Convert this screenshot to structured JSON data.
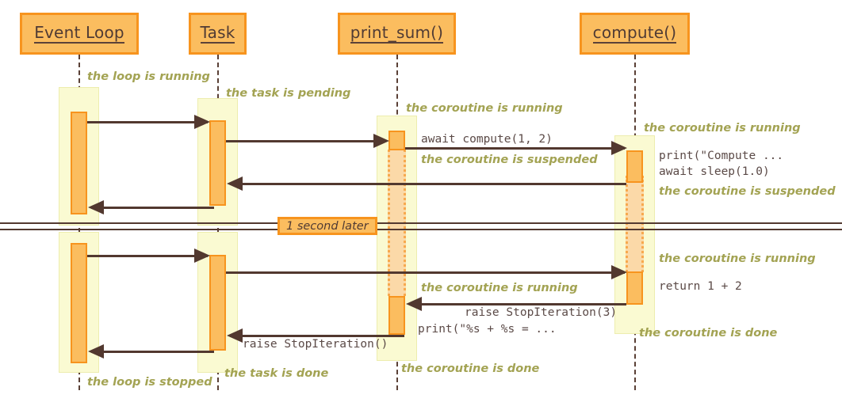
{
  "diagram": {
    "title": "asyncio event loop sequence diagram",
    "type": "sequence-diagram",
    "colors": {
      "participant_fill": "#FBBD5F",
      "participant_border": "#F7941E",
      "lifeline_box": "#FAFAD2",
      "activation_fill": "#FBBD5F",
      "activation_border": "#F7941E",
      "suspended_fill": "#FBD9A8",
      "message_line": "#52382F",
      "note_text": "#A3A353",
      "code_text": "#5B4A47",
      "background": "#FFFFFF"
    }
  },
  "participants": [
    {
      "id": "event_loop",
      "label": "Event Loop"
    },
    {
      "id": "task",
      "label": "Task"
    },
    {
      "id": "print_sum",
      "label": "print_sum()"
    },
    {
      "id": "compute",
      "label": "compute()"
    }
  ],
  "messages": [
    {
      "id": "m1",
      "from": "event_loop",
      "to": "task",
      "label": "",
      "direction": "right"
    },
    {
      "id": "m2",
      "from": "task",
      "to": "print_sum",
      "label": "",
      "direction": "right"
    },
    {
      "id": "m3",
      "from": "print_sum",
      "to": "compute",
      "label": "await compute(1, 2)",
      "direction": "right"
    },
    {
      "id": "m4",
      "from": "compute",
      "to": "task",
      "label": "",
      "direction": "left"
    },
    {
      "id": "m5",
      "from": "task",
      "to": "event_loop",
      "label": "",
      "direction": "left"
    },
    {
      "id": "m6",
      "from": "event_loop",
      "to": "task",
      "label": "",
      "direction": "right"
    },
    {
      "id": "m7",
      "from": "task",
      "to": "compute",
      "label": "",
      "direction": "right"
    },
    {
      "id": "m8",
      "from": "compute",
      "to": "print_sum",
      "label": "raise StopIteration(3)",
      "direction": "left"
    },
    {
      "id": "m9",
      "from": "print_sum",
      "to": "task",
      "label": "raise StopIteration()",
      "direction": "left"
    },
    {
      "id": "m10",
      "from": "task",
      "to": "event_loop",
      "label": "",
      "direction": "left"
    }
  ],
  "code_notes": [
    {
      "id": "c1",
      "text": "await compute(1, 2)"
    },
    {
      "id": "c2",
      "text": "print(\"Compute ..."
    },
    {
      "id": "c3",
      "text": "await sleep(1.0)"
    },
    {
      "id": "c4",
      "text": "return 1 + 2"
    },
    {
      "id": "c5",
      "text": "raise StopIteration(3)"
    },
    {
      "id": "c6",
      "text": "print(\"%s + %s = ..."
    },
    {
      "id": "c7",
      "text": "raise StopIteration()"
    }
  ],
  "state_notes": [
    {
      "id": "n1",
      "text": "the loop is running"
    },
    {
      "id": "n2",
      "text": "the task is pending"
    },
    {
      "id": "n3",
      "text": "the coroutine is running"
    },
    {
      "id": "n4",
      "text": "the coroutine is running"
    },
    {
      "id": "n5",
      "text": "the coroutine is suspended"
    },
    {
      "id": "n6",
      "text": "the coroutine is suspended"
    },
    {
      "id": "n7",
      "text": "the coroutine is running"
    },
    {
      "id": "n8",
      "text": "the coroutine is running"
    },
    {
      "id": "n9",
      "text": "the coroutine is done"
    },
    {
      "id": "n10",
      "text": "the coroutine is done"
    },
    {
      "id": "n11",
      "text": "the task is done"
    },
    {
      "id": "n12",
      "text": "the loop is stopped"
    }
  ],
  "divider": {
    "label": "1 second later"
  }
}
